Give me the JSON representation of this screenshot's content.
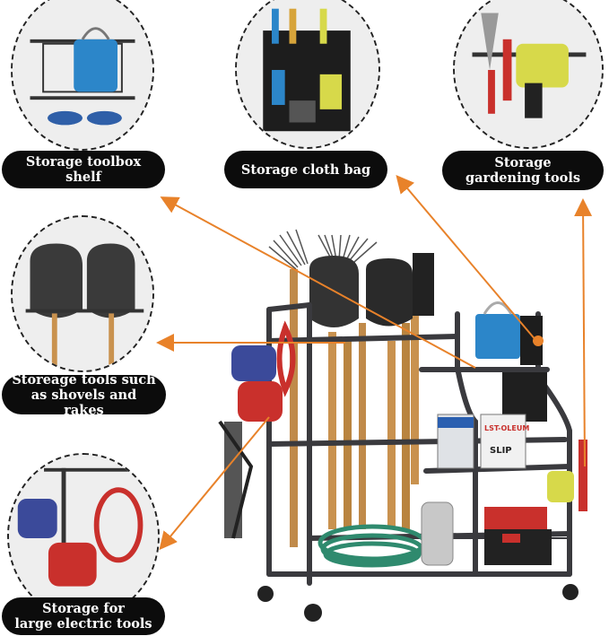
{
  "callouts": {
    "toolbox_shelf": "Storage toolbox shelf",
    "cloth_bag": "Storage cloth bag",
    "gardening_tools": "Storage\ngardening tools",
    "shovels_rakes": "Storeage tools such\nas shovels and rakes",
    "electric_tools": "Storage for\nlarge electric tools"
  },
  "product_text": {
    "paint_can_1": "LST-OLEUM",
    "paint_can_2": "SLIP"
  },
  "colors": {
    "arrow": "#e8822a",
    "label_bg": "#0c0c0c",
    "label_text": "#ffffff",
    "frame": "#3a3a3e",
    "watering_can": "#2c86c9",
    "hose": "#2f8a6e",
    "blower": "#3b4a9a",
    "red_tool": "#c9302c"
  }
}
